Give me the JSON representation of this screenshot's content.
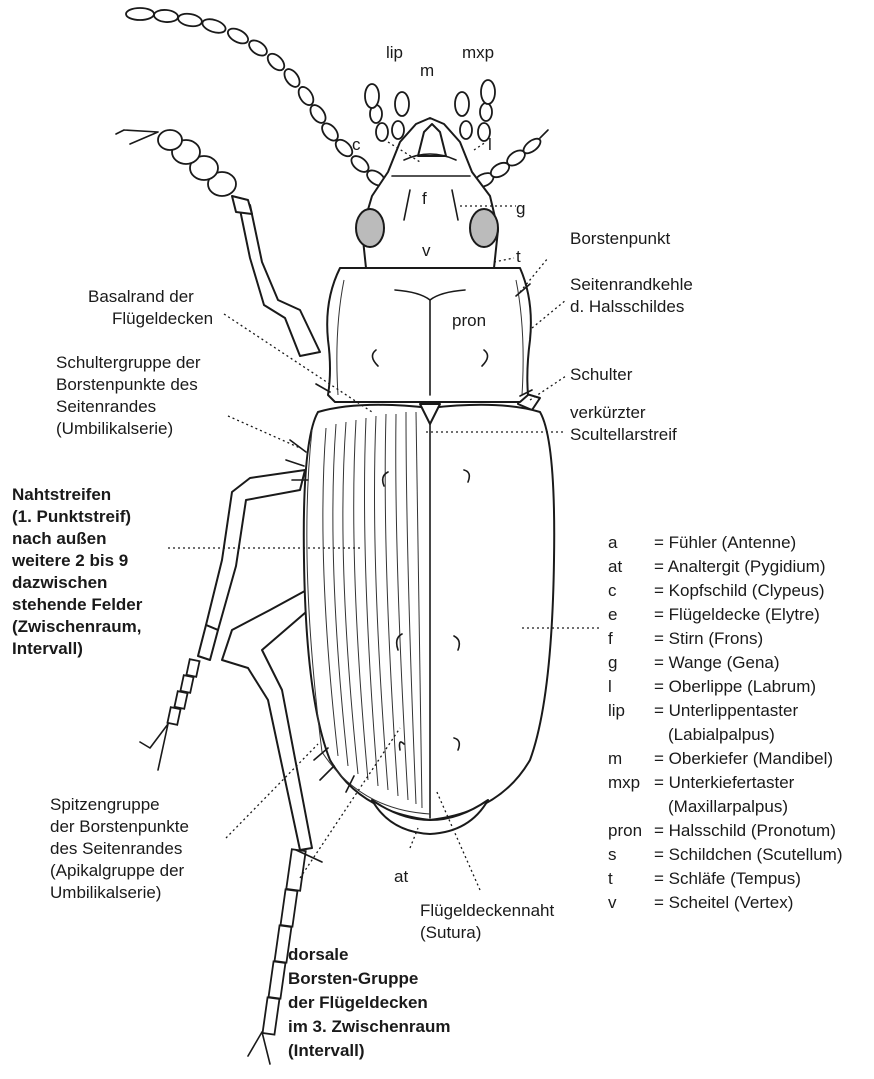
{
  "labels": {
    "lip": "lip",
    "m": "m",
    "mxp": "mxp",
    "c": "c",
    "l": "l",
    "f": "f",
    "g": "g",
    "v": "v",
    "t": "t",
    "pron": "pron",
    "at": "at",
    "borstenpunkt": "Borstenpunkt",
    "seitenrandkehle": [
      "Seitenrandkehle",
      "d. Halsschildes"
    ],
    "schulter": "Schulter",
    "verkuerzter": [
      "verkürzter",
      "Scultellarstreif"
    ],
    "basalrand": [
      "Basalrand der",
      "Flügeldecken"
    ],
    "schultergruppe": [
      "Schultergruppe der",
      "Borstenpunkte des",
      "Seitenrandes",
      "(Umbilikalserie)"
    ],
    "nahtstreifen": [
      "Nahtstreifen",
      "(1. Punktstreif)",
      "nach außen",
      "weitere 2 bis 9",
      "dazwischen",
      "stehende Felder",
      "(Zwischenraum,",
      "Intervall)"
    ],
    "spitzengruppe": [
      "Spitzengruppe",
      "der Borstenpunkte",
      "des Seitenrandes",
      "(Apikalgruppe der",
      "Umbilikalserie)"
    ],
    "fluegeldeckennaht": [
      "Flügeldeckennaht",
      "(Sutura)"
    ],
    "dorsale": [
      "dorsale",
      "Borsten-Gruppe",
      "der Flügeldecken",
      "im 3. Zwischenraum",
      "(Intervall)"
    ]
  },
  "legend": [
    {
      "abbr": "a",
      "desc": "= Fühler (Antenne)"
    },
    {
      "abbr": "at",
      "desc": "= Analtergit (Pygidium)"
    },
    {
      "abbr": "c",
      "desc": "= Kopfschild (Clypeus)"
    },
    {
      "abbr": "e",
      "desc": "= Flügeldecke (Elytre)"
    },
    {
      "abbr": "f",
      "desc": "= Stirn (Frons)"
    },
    {
      "abbr": "g",
      "desc": "= Wange (Gena)"
    },
    {
      "abbr": "l",
      "desc": "= Oberlippe (Labrum)"
    },
    {
      "abbr": "lip",
      "desc": "= Unterlippentaster"
    },
    {
      "abbr": "",
      "desc": "(Labialpalpus)"
    },
    {
      "abbr": "m",
      "desc": "= Oberkiefer (Mandibel)"
    },
    {
      "abbr": "mxp",
      "desc": "= Unterkiefertaster"
    },
    {
      "abbr": "",
      "desc": "(Maxillarpalpus)"
    },
    {
      "abbr": "pron",
      "desc": "= Halsschild (Pronotum)"
    },
    {
      "abbr": "s",
      "desc": "= Schildchen (Scutellum)"
    },
    {
      "abbr": "t",
      "desc": "= Schläfe (Tempus)"
    },
    {
      "abbr": "v",
      "desc": "= Scheitel (Vertex)"
    }
  ]
}
